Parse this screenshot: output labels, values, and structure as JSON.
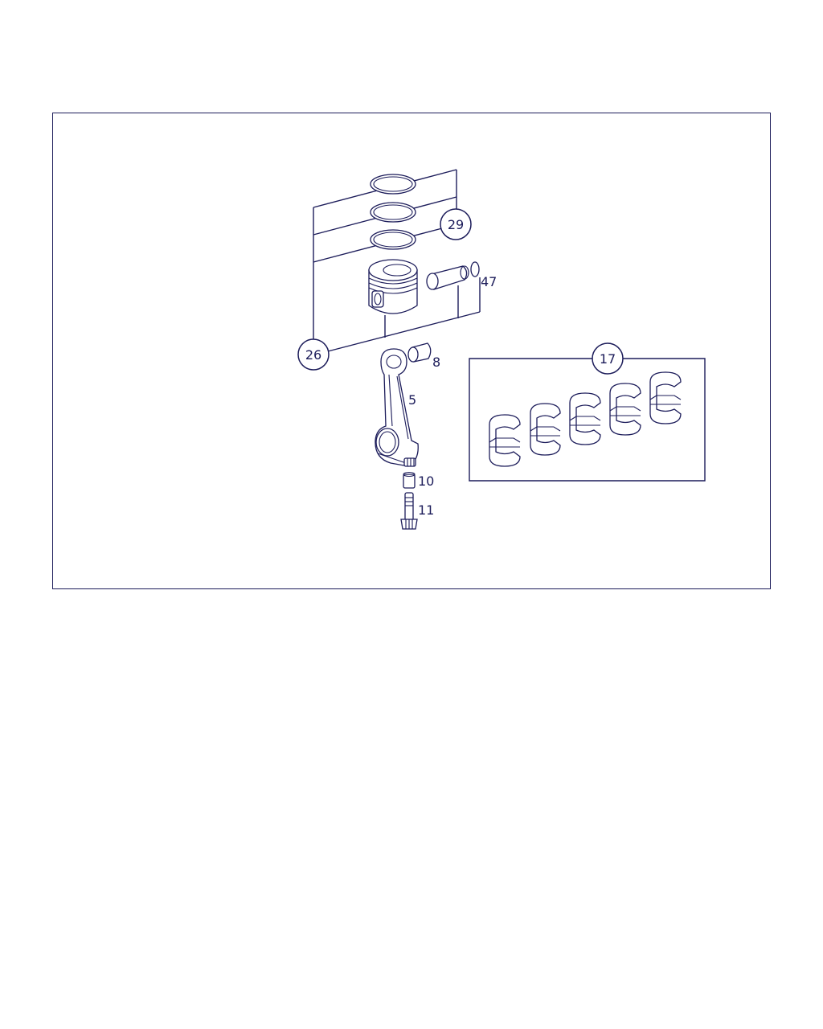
{
  "diagram": {
    "callouts": {
      "piston_kit": "26",
      "ring_set": "29",
      "bearing_set": "17"
    },
    "labels": {
      "conrod": "5",
      "bushing": "8",
      "bolt_sleeve": "10",
      "bolt": "11",
      "circlip": "47"
    },
    "colors": {
      "line": "#1c1c5a",
      "background": "#ffffff"
    }
  }
}
